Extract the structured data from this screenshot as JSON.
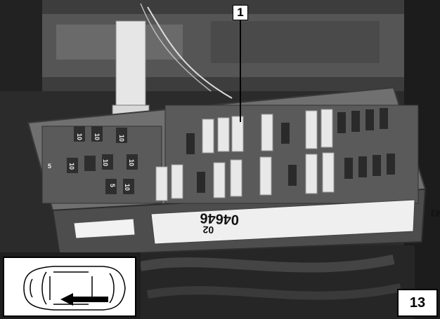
{
  "callout": {
    "number": "1"
  },
  "figure": {
    "number": "13"
  },
  "label": {
    "line_a": "02",
    "line_b": "04646",
    "line_c": "M3"
  },
  "fuses": {
    "left_ratings": [
      "10",
      "10",
      "10",
      "10",
      "10",
      "5",
      "10",
      "5",
      "10"
    ]
  },
  "icons": {
    "car": "car-top-view-icon",
    "arrow": "arrow-left-icon"
  }
}
